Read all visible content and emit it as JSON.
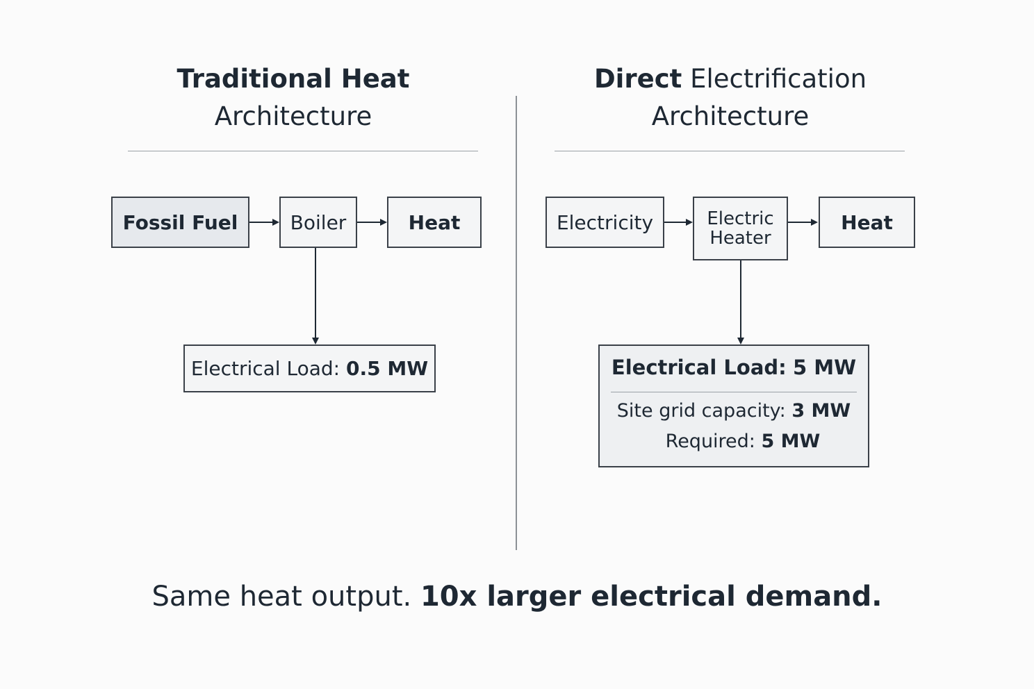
{
  "left": {
    "title_bold": "Traditional Heat",
    "title_line2": "Architecture",
    "nodes": {
      "fuel": "Fossil Fuel",
      "boiler": "Boiler",
      "heat": "Heat"
    },
    "load_label": "Electrical Load:",
    "load_value": "0.5 MW"
  },
  "right": {
    "title_bold": "Direct",
    "title_rest": "Electrification",
    "title_line2": "Architecture",
    "nodes": {
      "electricity": "Electricity",
      "heater_line1": "Electric",
      "heater_line2": "Heater",
      "heat": "Heat"
    },
    "load_label": "Electrical Load:",
    "load_value": "5 MW",
    "capacity_label": "Site grid capacity:",
    "capacity_value": "3 MW",
    "required_label": "Required:",
    "required_value": "5 MW"
  },
  "footer": {
    "plain": "Same heat output.",
    "bold": "10x larger electrical demand."
  },
  "colors": {
    "text": "#1e2833",
    "box_border": "#3a4048",
    "box_fill": "#f4f5f6",
    "box_fill_shaded": "#e6e9ed",
    "rule": "#9aa0a6"
  }
}
